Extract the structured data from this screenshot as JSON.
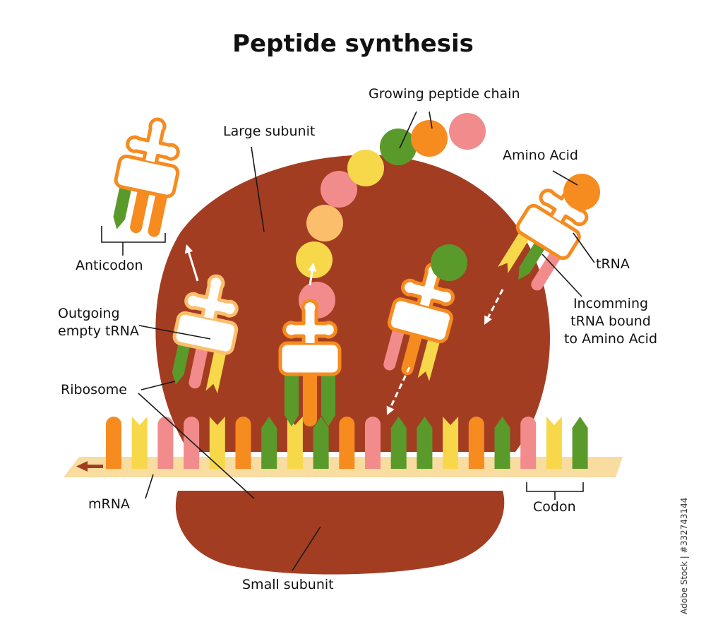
{
  "title": "Peptide synthesis",
  "labels": {
    "growing_chain": "Growing peptide chain",
    "large_subunit": "Large subunit",
    "amino_acid": "Amino Acid",
    "trna": "tRNA",
    "incoming": [
      "Incomming",
      "tRNA bound",
      "to Amino Acid"
    ],
    "anticodon": "Anticodon",
    "outgoing": [
      "Outgoing",
      "empty tRNA"
    ],
    "ribosome": "Ribosome",
    "mrna": "mRNA",
    "codon": "Codon",
    "small_subunit": "Small subunit"
  },
  "side_credit": "Adobe Stock | #332743144",
  "colors": {
    "ribosome": "#a33d22",
    "mrna": "#f8dca0",
    "orange": "#f68b1f",
    "yellow": "#f7d84a",
    "pink": "#f28c8c",
    "green": "#5a9a2a",
    "peach": "#fbbf6c",
    "line": "#1a1a1a"
  },
  "icons": {
    "mrna_direction": "arrow-left-icon",
    "movement": "arrow-icon"
  },
  "mrna_bases": [
    "orange",
    "yellow",
    "pink",
    "pink",
    "yellow",
    "orange",
    "green",
    "yellow",
    "green",
    "orange",
    "pink",
    "green",
    "green",
    "yellow",
    "orange",
    "green",
    "pink",
    "yellow",
    "green"
  ],
  "peptide_chain": [
    "pink",
    "yellow",
    "peach",
    "pink",
    "yellow",
    "green",
    "orange",
    "pink"
  ],
  "trna_anticodons": {
    "top_left_exiting": [
      "green",
      "orange",
      "orange"
    ],
    "outgoing_empty": [
      "green",
      "pink",
      "yellow"
    ],
    "p_site": [
      "green",
      "orange",
      "green"
    ],
    "a_site": [
      "pink",
      "orange",
      "yellow"
    ],
    "incoming": [
      "yellow",
      "green",
      "pink"
    ]
  }
}
